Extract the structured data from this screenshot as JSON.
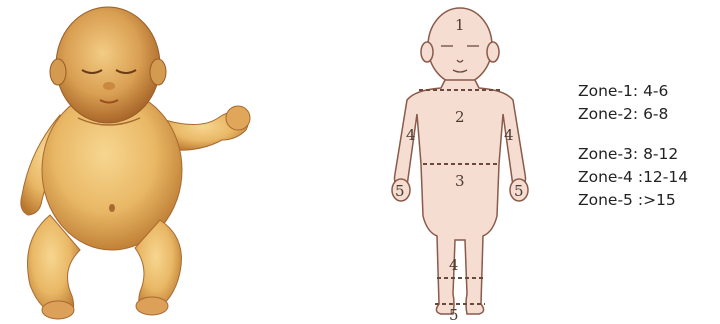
{
  "figure": {
    "body_zone_numbers": {
      "head": "1",
      "trunk": "2",
      "left_arm": "4",
      "right_arm": "4",
      "left_hand": "5",
      "right_hand": "5",
      "thighs": "3",
      "lower_legs": "4",
      "feet": "5"
    },
    "legend": [
      {
        "label": "Zone-1: 4-6"
      },
      {
        "label": "Zone-2: 6-8"
      },
      {
        "label": "Zone-3: 8-12"
      },
      {
        "label": "Zone-4 :12-14"
      },
      {
        "label": "Zone-5 :>15"
      }
    ],
    "colors": {
      "baby_skin": "#e9b866",
      "baby_shadow": "#b9772f",
      "body_fill": "#f6ddd2",
      "body_outline": "#8a5a4a",
      "zone_line": "#6b4a3e"
    }
  }
}
